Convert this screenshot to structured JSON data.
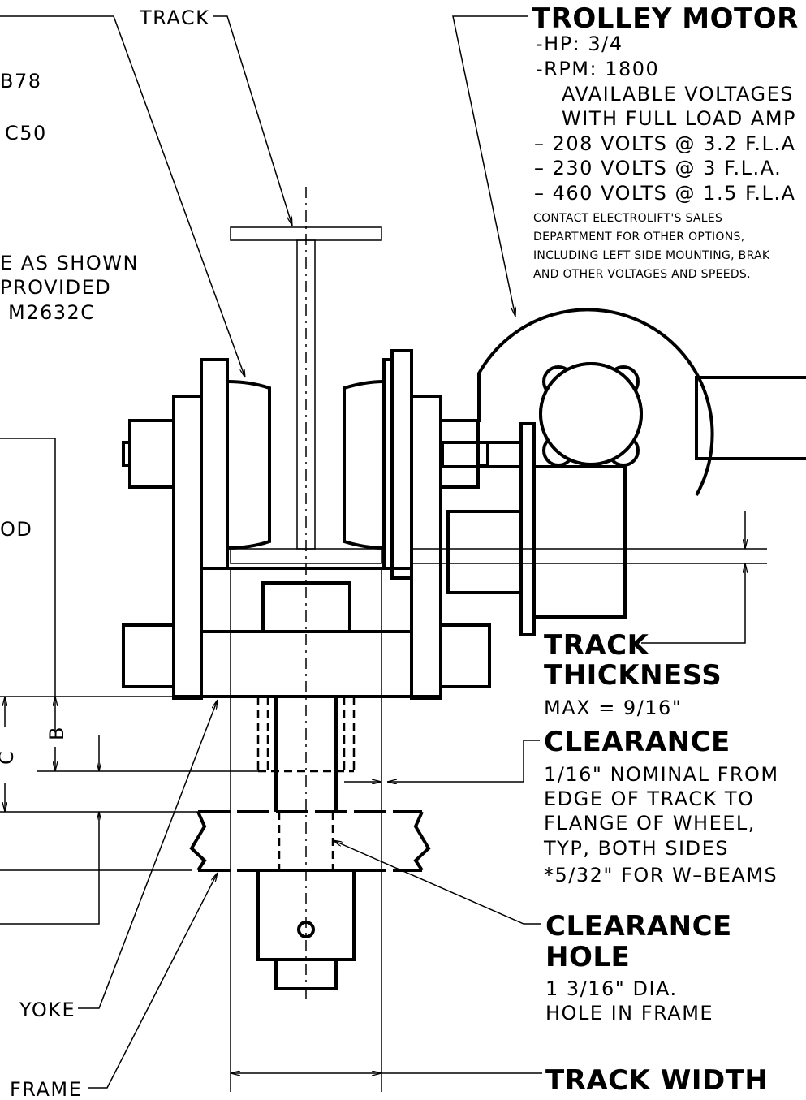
{
  "labels": {
    "track": "TRACK",
    "frag_b78": "B78",
    "frag_c50": "C50",
    "frag_as_shown": "E AS SHOWN",
    "frag_provided": "PROVIDED",
    "frag_m2632c": "M2632C",
    "frag_od": "OD",
    "dim_b": "B",
    "dim_c": "C",
    "yoke": "YOKE",
    "frame": "FRAME"
  },
  "trolley_motor": {
    "title": "TROLLEY MOTOR",
    "hp": "-HP: 3/4",
    "rpm": "-RPM: 1800",
    "avail1": "AVAILABLE VOLTAGES",
    "avail2": "WITH FULL LOAD AMP",
    "v208": "– 208 VOLTS @ 3.2 F.L.A",
    "v230": "– 230 VOLTS @ 3 F.L.A.",
    "v460": "– 460 VOLTS @ 1.5 F.L.A",
    "note1": "CONTACT ELECTROLIFT'S SALES",
    "note2": "DEPARTMENT FOR OTHER OPTIONS,",
    "note3": "INCLUDING LEFT SIDE MOUNTING, BRAK",
    "note4": "AND OTHER VOLTAGES AND SPEEDS."
  },
  "track_thickness": {
    "title1": "TRACK",
    "title2": "THICKNESS",
    "max": "MAX = 9/16\""
  },
  "clearance": {
    "title": "CLEARANCE",
    "l1": "1/16\" NOMINAL FROM",
    "l2": "EDGE OF TRACK TO",
    "l3": "FLANGE OF WHEEL,",
    "l4": "TYP, BOTH SIDES",
    "l5": "*5/32\" FOR W–BEAMS"
  },
  "clearance_hole": {
    "title1": "CLEARANCE",
    "title2": "HOLE",
    "l1": "1 3/16\" DIA.",
    "l2": "HOLE IN FRAME"
  },
  "track_width": {
    "title": "TRACK WIDTH"
  }
}
